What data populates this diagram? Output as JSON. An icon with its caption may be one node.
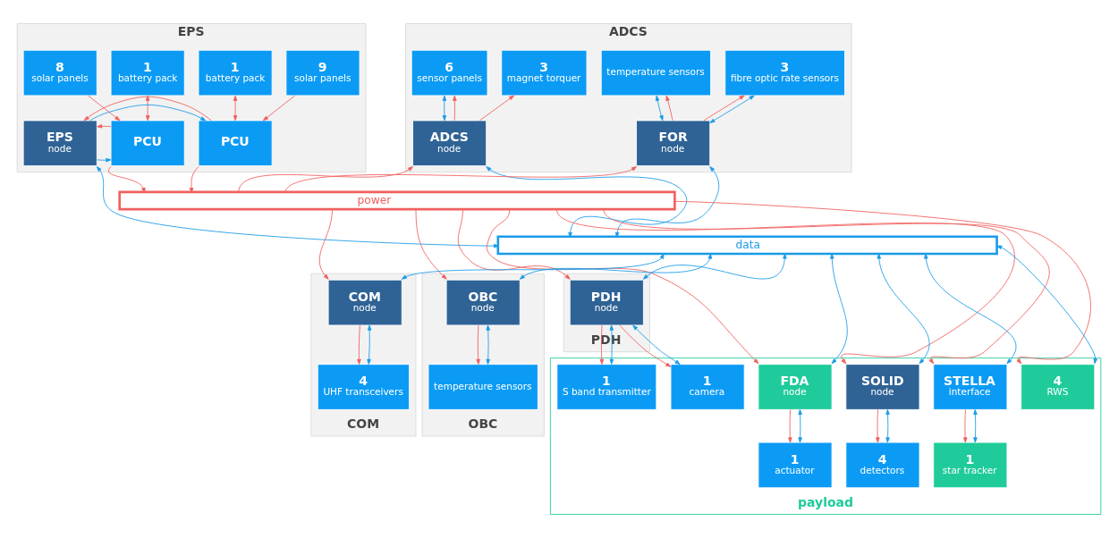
{
  "diagram": {
    "nodes": [
      {
        "text": [
          "EPS"
        ]
      },
      {
        "text": [
          "1",
          "battery pack"
        ],
        "in": 0
      },
      {
        "text": [
          "8",
          "solar panels"
        ],
        "in": 0
      },
      {
        "text": [
          "9",
          "solar panels"
        ],
        "in": 0
      },
      {
        "text": [
          "1",
          "battery pack"
        ],
        "in": 0
      },
      {
        "text": [
          "PCU"
        ],
        "in": 0
      },
      {
        "text": [
          "EPS",
          "node"
        ],
        "in": 0
      },
      {
        "text": [
          "PCU"
        ],
        "in": 0
      },
      {
        "text": [
          "ADCS"
        ]
      },
      {
        "text": [
          "3",
          "magnet torquer"
        ],
        "in": 8
      },
      {
        "text": [
          "6",
          "sensor panels"
        ],
        "in": 8
      },
      {
        "text": [
          "3",
          "fibre optic rate sensors"
        ],
        "in": 8
      },
      {
        "text": [
          "temperature sensors"
        ],
        "in": 8
      },
      {
        "text": [
          "ADCS",
          "node"
        ],
        "in": 8
      },
      {
        "text": [
          "FOR",
          "node"
        ],
        "in": 8
      },
      {
        "text": [
          "power"
        ]
      },
      {
        "text": [
          "data"
        ]
      },
      {
        "text": [
          "COM"
        ]
      },
      {
        "text": [
          "COM",
          "node"
        ],
        "in": 17
      },
      {
        "text": [
          "4",
          "UHF transceivers"
        ],
        "in": 17
      },
      {
        "text": [
          "OBC"
        ]
      },
      {
        "text": [
          "OBC",
          "node"
        ],
        "in": 20
      },
      {
        "text": [
          "temperature sensors"
        ],
        "in": 20
      },
      {
        "text": [
          "PDH"
        ]
      },
      {
        "text": [
          "PDH",
          "node"
        ],
        "in": 23
      },
      {
        "text": [
          "payload"
        ]
      },
      {
        "text": [
          "1",
          "camera"
        ],
        "in": 25
      },
      {
        "text": [
          "1",
          "S band transmitter"
        ],
        "in": 25
      },
      {
        "text": [
          "FDA",
          "node"
        ],
        "in": 25
      },
      {
        "text": [
          "1",
          "actuator"
        ],
        "in": 25
      },
      {
        "text": [
          "SOLID",
          "node"
        ],
        "in": 25
      },
      {
        "text": [
          "4",
          "detectors"
        ],
        "in": 25
      },
      {
        "text": [
          "STELLA",
          "interface"
        ],
        "in": 25
      },
      {
        "text": [
          "1",
          "star tracker"
        ],
        "in": 25
      },
      {
        "text": [
          "4",
          "RWS"
        ],
        "in": 25
      }
    ],
    "edges": [
      {
        "from": 5,
        "to": 1,
        "arrow": "both"
      },
      {
        "from": 2,
        "to": 5,
        "arrow": "to"
      },
      {
        "from": 3,
        "to": 7,
        "arrow": "to"
      },
      {
        "from": 7,
        "to": 4,
        "arrow": "both"
      },
      {
        "from": 6,
        "to": 5,
        "arrow": "to",
        "color": "#1a9be8"
      },
      {
        "from": 6,
        "to": 7,
        "arrow": "to",
        "color": "#1a9be8"
      },
      {
        "from": 5,
        "to": 6,
        "arrow": "to"
      },
      {
        "from": 7,
        "to": 6,
        "arrow": "to"
      },
      {
        "from": 5,
        "to": 15,
        "arrow": "to"
      },
      {
        "from": 7,
        "to": 15,
        "arrow": "to"
      },
      {
        "from": 16,
        "to": 6,
        "arrow": "both",
        "color": "#1a9be8"
      },
      {
        "from": 13,
        "to": 9,
        "arrow": "to"
      },
      {
        "from": 13,
        "to": 10,
        "arrow": "to"
      },
      {
        "from": 10,
        "to": 13,
        "arrow": "both",
        "color": "#1a9be8"
      },
      {
        "from": 14,
        "to": 11,
        "arrow": "to"
      },
      {
        "from": 14,
        "to": 11,
        "arrow": "both",
        "color": "#1a9be8"
      },
      {
        "from": 14,
        "to": 12,
        "arrow": "to"
      },
      {
        "from": 12,
        "to": 14,
        "arrow": "both",
        "color": "#1a9be8"
      },
      {
        "from": 15,
        "to": 13,
        "arrow": "to"
      },
      {
        "from": 16,
        "to": 13,
        "arrow": "both",
        "color": "#1a9be8"
      },
      {
        "from": 15,
        "to": 14,
        "arrow": "to"
      },
      {
        "from": 16,
        "to": 14,
        "arrow": "both",
        "color": "#1a9be8"
      },
      {
        "from": 15,
        "to": 18,
        "arrow": "to"
      },
      {
        "from": 16,
        "to": 18,
        "arrow": "both",
        "color": "#1a9be8"
      },
      {
        "from": 15,
        "to": 21,
        "arrow": "to"
      },
      {
        "from": 16,
        "to": 21,
        "arrow": "both",
        "color": "#1a9be8"
      },
      {
        "from": 15,
        "to": 24,
        "arrow": "to"
      },
      {
        "from": 16,
        "to": 24,
        "arrow": "both",
        "color": "#1a9be8"
      },
      {
        "from": 15,
        "to": 28,
        "arrow": "to"
      },
      {
        "from": 16,
        "to": 28,
        "arrow": "both",
        "color": "#1a9be8"
      },
      {
        "from": 15,
        "to": 30,
        "arrow": "to"
      },
      {
        "from": 16,
        "to": 30,
        "arrow": "both",
        "color": "#1a9be8"
      },
      {
        "from": 15,
        "to": 32,
        "arrow": "to"
      },
      {
        "from": 16,
        "to": 32,
        "arrow": "both",
        "color": "#1a9be8"
      },
      {
        "from": 15,
        "to": 34,
        "arrow": "to"
      },
      {
        "from": 16,
        "to": 34,
        "arrow": "both",
        "color": "#1a9be8"
      },
      {
        "from": 18,
        "to": 19,
        "arrow": "to"
      },
      {
        "from": 18,
        "to": 19,
        "arrow": "both",
        "color": "#1a9be8"
      },
      {
        "from": 21,
        "to": 22,
        "arrow": "to"
      },
      {
        "from": 21,
        "to": 22,
        "arrow": "both",
        "color": "#1a9be8"
      },
      {
        "from": 24,
        "to": 26,
        "arrow": "to"
      },
      {
        "from": 24,
        "to": 27,
        "arrow": "to"
      },
      {
        "from": 24,
        "to": 26,
        "arrow": "both",
        "color": "#1a9be8"
      },
      {
        "from": 24,
        "to": 27,
        "arrow": "both",
        "color": "#1a9be8"
      },
      {
        "from": 28,
        "to": 29,
        "arrow": "to"
      },
      {
        "from": 28,
        "to": 29,
        "arrow": "both",
        "color": "#1a9be8"
      },
      {
        "from": 30,
        "to": 31,
        "arrow": "to"
      },
      {
        "from": 30,
        "to": 31,
        "arrow": "both",
        "color": "#1a9be8"
      },
      {
        "from": 32,
        "to": 33,
        "arrow": "to"
      },
      {
        "from": 32,
        "to": 33,
        "arrow": "both",
        "color": "#1a9be8"
      }
    ]
  }
}
